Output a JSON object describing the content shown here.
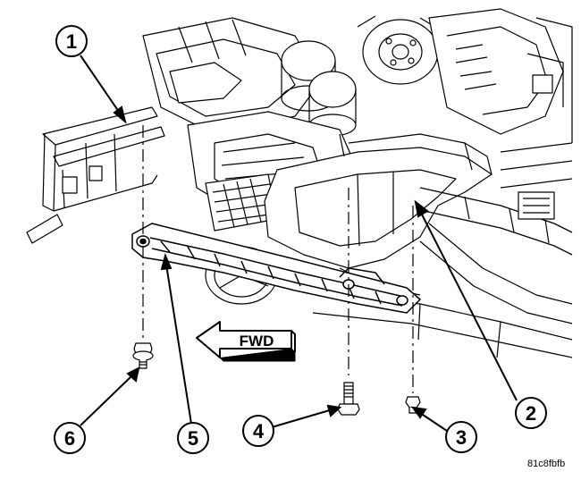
{
  "callouts": [
    {
      "id": "1",
      "label": "1"
    },
    {
      "id": "2",
      "label": "2"
    },
    {
      "id": "3",
      "label": "3"
    },
    {
      "id": "4",
      "label": "4"
    },
    {
      "id": "5",
      "label": "5"
    },
    {
      "id": "6",
      "label": "6"
    }
  ],
  "direction_arrow": {
    "label": "FWD"
  },
  "figure_code": "81c8fbfb"
}
